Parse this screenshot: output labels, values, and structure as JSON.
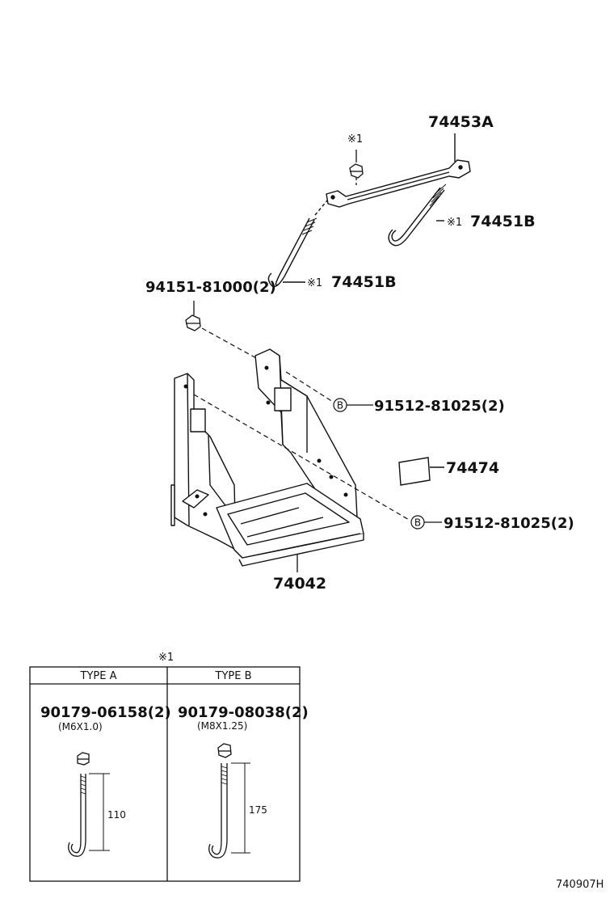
{
  "diagram": {
    "parts": {
      "stay": "74453A",
      "note_top": "※1",
      "rod_right": "74451B",
      "rod_left": "74451B",
      "nut": "94151-81000(2)",
      "bolt_upper": "91512-81025(2)",
      "plate": "74474",
      "bolt_lower": "91512-81025(2)",
      "carrier": "74042"
    },
    "callout_marker": "※1",
    "bolt_letter": "B",
    "table": {
      "title": "※1",
      "columns": [
        {
          "header": "TYPE A",
          "part": "90179-06158(2)",
          "spec": "(M6X1.0)",
          "length": "110"
        },
        {
          "header": "TYPE B",
          "part": "90179-08038(2)",
          "spec": "(M8X1.25)",
          "length": "175"
        }
      ]
    },
    "figure_code": "740907H"
  }
}
